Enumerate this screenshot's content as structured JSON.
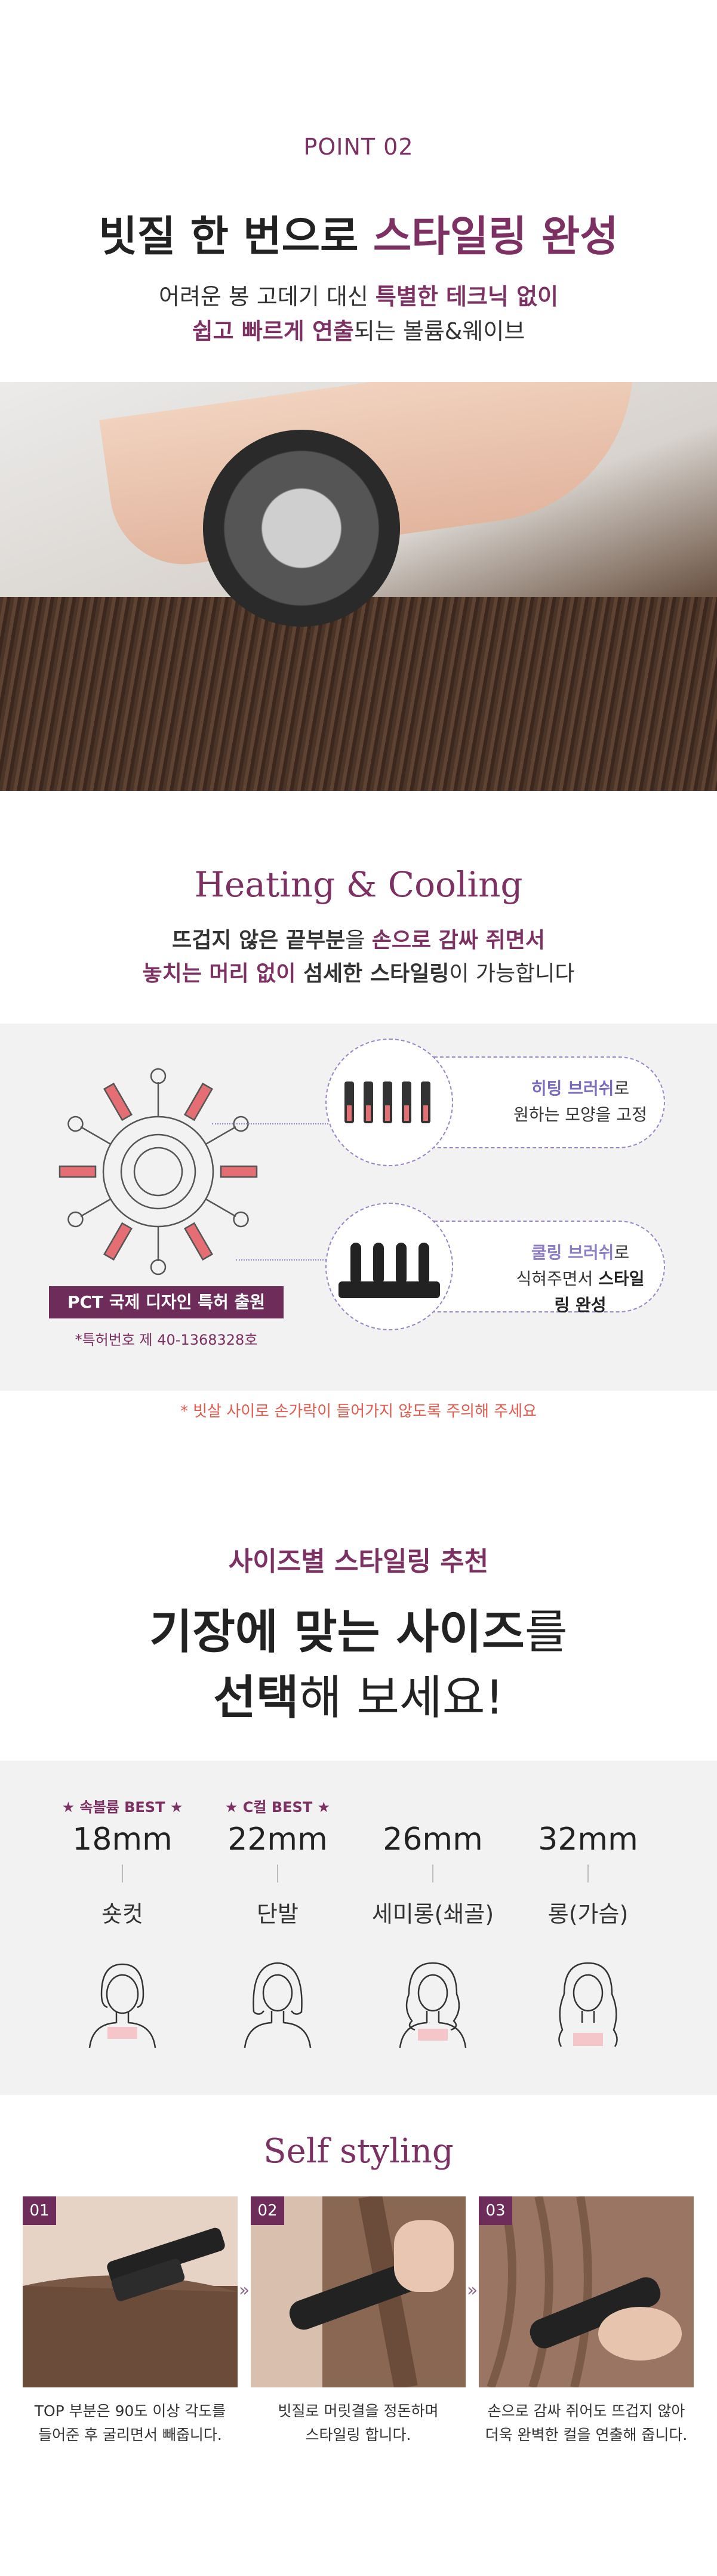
{
  "section1": {
    "point_label": "POINT 02",
    "title_plain": "빗질 한 번으로 ",
    "title_accent": "스타일링 완성",
    "sub_line1_plain": "어려운 봉 고데기 대신 ",
    "sub_line1_bold": "특별한 테크닉 없이",
    "sub_line2_bold": "쉽고 빠르게 연출",
    "sub_line2_plain": "되는 볼륨&웨이브"
  },
  "section2": {
    "title": "Heating & Cooling",
    "line1_a": "뜨겁지 않은 끝부분",
    "line1_b": "을 ",
    "line1_c": "손으로 감싸 쥐면서",
    "line2_a": "놓치는 머리 없이",
    "line2_b": " 섬세한 스타일링",
    "line2_c": "이 가능합니다",
    "heating_title": "히팅 브러쉬",
    "heating_suffix": "로",
    "heating_line2_plain": "원하는 모양",
    "heating_line2_tail": "을 고정",
    "cooling_title": "쿨링 브러쉬",
    "cooling_suffix": "로",
    "cooling_line2_plain": "식혀주면서 ",
    "cooling_line2_bold": "스타일링 완성",
    "badge": "PCT 국제 디자인 특허 출원",
    "patent_no": "*특허번호 제 40-1368328호",
    "caution": "* 빗살 사이로 손가락이 들어가지 않도록 주의해 주세요"
  },
  "section3": {
    "eyebrow": "사이즈별 스타일링 추천",
    "title_line1_bold": "기장에 맞는 사이즈",
    "title_line1_plain": "를",
    "title_line2_bold": "선택",
    "title_line2_plain": "해 보세요!",
    "sizes": [
      {
        "best": "★ 속볼륨 BEST ★",
        "mm": "18mm",
        "label": "숏컷"
      },
      {
        "best": "★ C컬 BEST ★",
        "mm": "22mm",
        "label": "단발"
      },
      {
        "best": "",
        "mm": "26mm",
        "label": "세미롱(쇄골)"
      },
      {
        "best": "",
        "mm": "32mm",
        "label": "롱(가슴)"
      }
    ]
  },
  "section4": {
    "title": "Self styling",
    "steps": [
      {
        "num": "01",
        "cap1": "TOP 부분은 90도 이상 각도를",
        "cap2": "들어준 후 굴리면서 빼줍니다."
      },
      {
        "num": "02",
        "cap1": "빗질로 머릿결을 정돈하며",
        "cap2": "스타일링 합니다."
      },
      {
        "num": "03",
        "cap1": "손으로 감싸 쥐어도 뜨겁지 않아",
        "cap2": "더욱 완벽한 컬을 연출해 줍니다."
      }
    ]
  },
  "colors": {
    "accent": "#7d3163",
    "badge_bg": "#6e2c5a",
    "panel_bg": "#f3f2f3",
    "heating": "#7d6bbd",
    "caution": "#e05a4e"
  }
}
